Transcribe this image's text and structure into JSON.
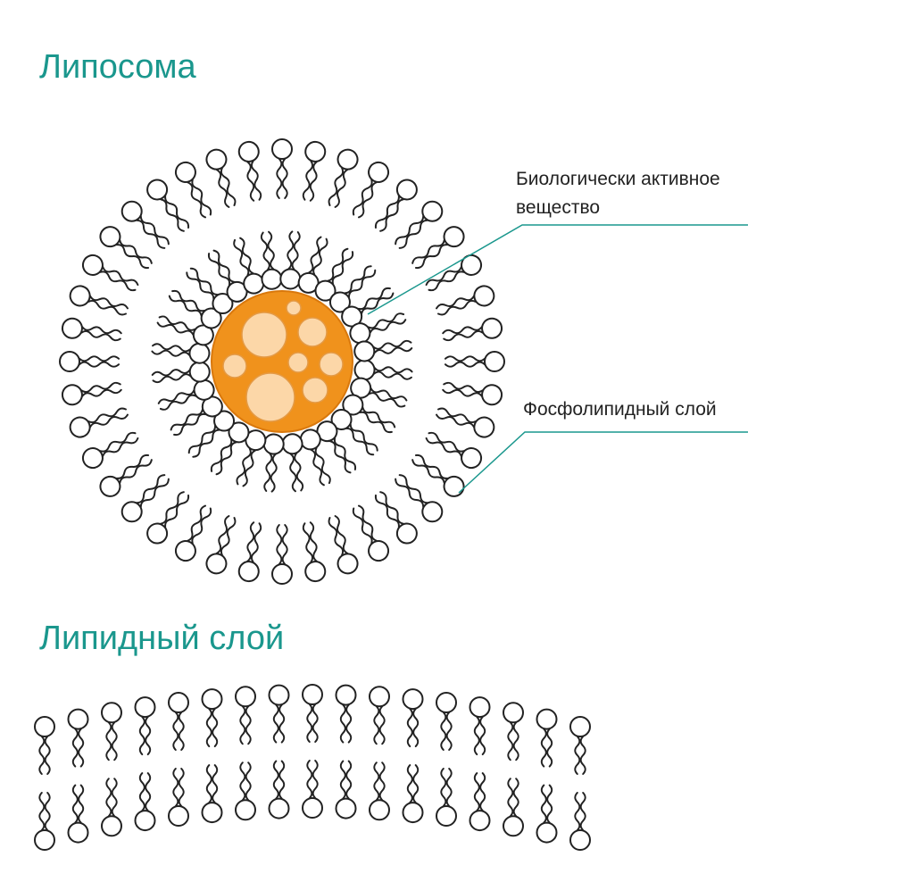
{
  "titles": {
    "liposome": "Липосома",
    "lipid_layer": "Липидный слой"
  },
  "labels": {
    "active_substance_line1": "Биологически активное",
    "active_substance_line2": "вещество",
    "phospholipid_layer": "Фосфолипидный слой"
  },
  "colors": {
    "heading": "#1a978d",
    "leader_line": "#1a978d",
    "core_fill": "#f0921c",
    "core_stroke": "#d9780c",
    "particle_fill": "#fcd7a8",
    "particle_stroke": "#e49a45",
    "outline": "#222222"
  }
}
